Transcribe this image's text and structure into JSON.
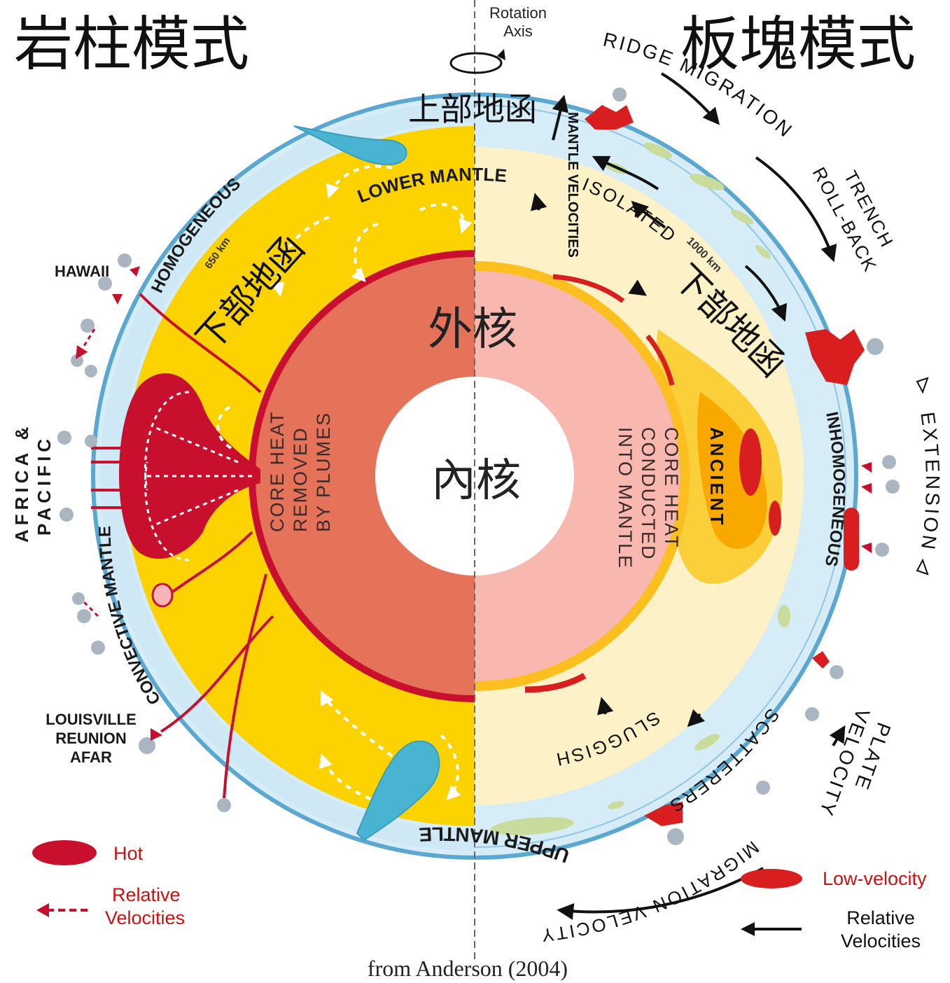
{
  "titles": {
    "left": "岩柱模式",
    "right": "板塊模式"
  },
  "rotation": {
    "line1": "Rotation",
    "line2": "Axis"
  },
  "layers": {
    "upper_mantle_cn": "上部地函",
    "lower_mantle_cn_left": "下部地函",
    "lower_mantle_cn_right": "下部地函",
    "outer_core_cn": "外核",
    "inner_core_cn": "內核",
    "lower_mantle_en": "LOWER MANTLE",
    "upper_mantle_en": "UPPER MANTLE"
  },
  "left_side": {
    "homogeneous": "HOMOGENEOUS",
    "depth_650": "650 km",
    "convective_mantle": "CONVECTIVE MANTLE",
    "africa_pacific_1": "AFRICA &",
    "africa_pacific_2": "PACIFIC",
    "hawaii": "HAWAII",
    "louisville": "LOUISVILLE",
    "reunion": "REUNION",
    "afar": "AFAR",
    "core_heat_1": "CORE HEAT",
    "core_heat_2": "REMOVED",
    "core_heat_3": "BY PLUMES"
  },
  "right_side": {
    "ridge_migration": "RIDGE MIGRATION",
    "trench_rollback_1": "TRENCH",
    "trench_rollback_2": "ROLL-BACK",
    "mantle_velocities": "MANTLE VELOCITIES",
    "isolated": "ISOLATED",
    "depth_1000": "1000 km",
    "ancient": "ANCIENT",
    "inhomogeneous": "INHOMOGENEOUS",
    "extension": "EXTENSION",
    "sluggish": "SLUGGISH",
    "scatterers": "SCATTERERS",
    "plate_velocity_1": "PLATE",
    "plate_velocity_2": "VELOCITY",
    "migration_velocity": "MIGRATION VELOCITY",
    "core_heat_1": "CORE HEAT",
    "core_heat_2": "CONDUCTED",
    "core_heat_3": "INTO MANTLE"
  },
  "legend": {
    "hot": "Hot",
    "relative_velocities_left_1": "Relative",
    "relative_velocities_left_2": "Velocities",
    "low_velocity": "Low-velocity",
    "relative_velocities_right_1": "Relative",
    "relative_velocities_right_2": "Velocities"
  },
  "credit": "from Anderson (2004)",
  "colors": {
    "crust_blue": "#d6ecf7",
    "crust_edge": "#5aa7d1",
    "left_mantle": "#fcd300",
    "right_mantle": "#fdf1c8",
    "left_outer_core": "#e4735a",
    "right_outer_core": "#f8b8b0",
    "plume_red": "#c8102e",
    "slab_blue": "#49b4d2",
    "ancient_orange": "#f8a800"
  }
}
